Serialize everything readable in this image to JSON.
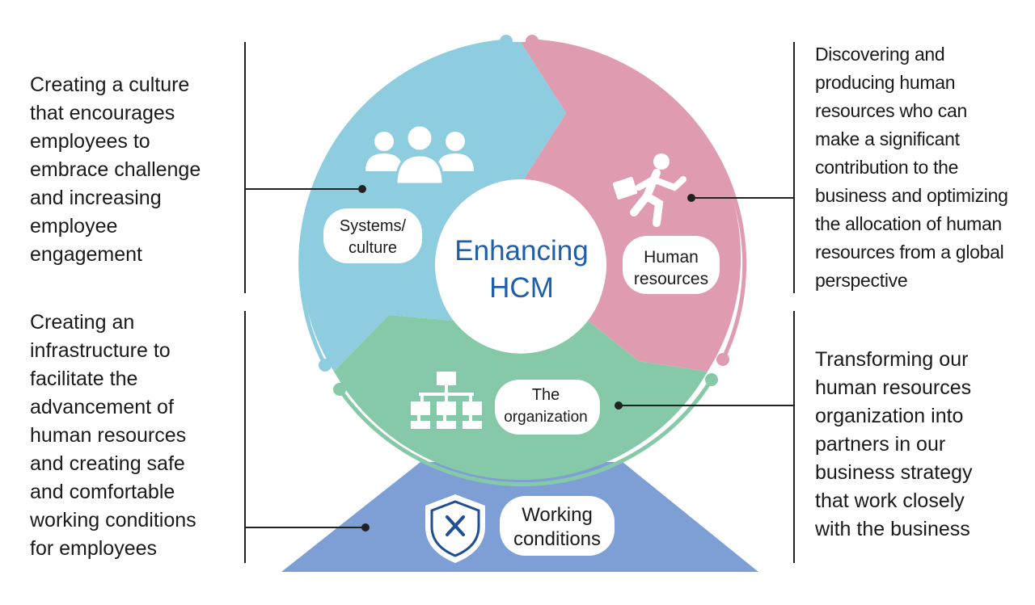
{
  "center": {
    "line1": "Enhancing",
    "line2": "HCM"
  },
  "segments": {
    "systems": {
      "line1": "Systems/",
      "line2": "culture",
      "icon": "people-group-icon"
    },
    "human": {
      "line1": "Human",
      "line2": "resources",
      "icon": "running-person-icon"
    },
    "org": {
      "line1": "The",
      "line2": "organization",
      "icon": "org-chart-icon"
    },
    "working": {
      "line1": "Working",
      "line2": "conditions",
      "icon": "shield-x-icon"
    }
  },
  "descriptions": {
    "systems": "Creating a culture\nthat encourages\nemployees to\nembrace challenge\nand increasing\nemployee\nengagement",
    "infrastructure": "Creating an\ninfrastructure to\nfacilitate the\nadvancement of\nhuman resources\nand creating safe\nand comfortable\nworking conditions\nfor employees",
    "human_resources": "Discovering and\nproducing human\nresources who can\nmake a significant\ncontribution to the\nbusiness and optimizing\nthe allocation of human\nresources from a global\nperspective",
    "organization": "Transforming our\nhuman resources\norganization into\npartners in our\nbusiness strategy\nthat work closely\nwith the business"
  },
  "colors": {
    "blue_segment": "#8ecde0",
    "pink_segment": "#df9bb0",
    "green_segment": "#86c9a8",
    "triangle": "#7e9fd6",
    "center_text": "#1f5ea8",
    "icon_navy": "#1f4e96"
  }
}
